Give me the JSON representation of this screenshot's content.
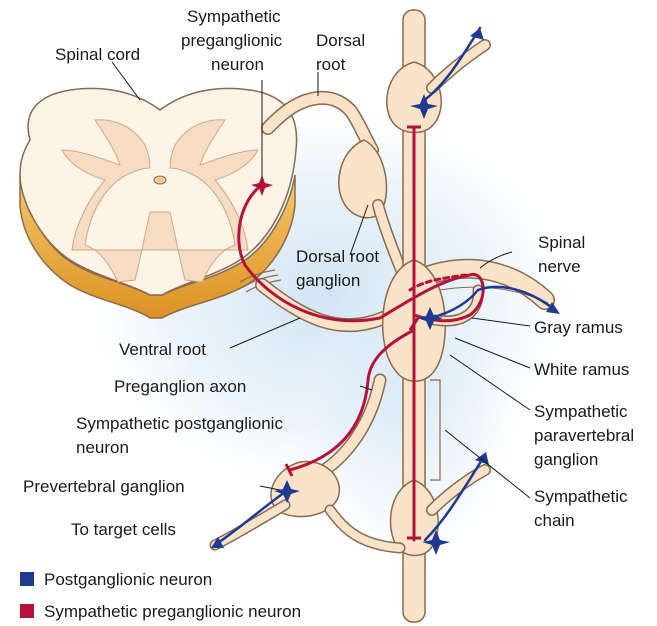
{
  "labels": {
    "spinal_cord": "Spinal cord",
    "sym_pregang_neuron": [
      "Sympathetic",
      "preganglionic",
      "neuron"
    ],
    "dorsal_root": [
      "Dorsal",
      "root"
    ],
    "dorsal_root_ganglion": [
      "Dorsal root",
      "ganglion"
    ],
    "spinal_nerve": [
      "Spinal",
      "nerve"
    ],
    "gray_ramus": "Gray ramus",
    "white_ramus": "White ramus",
    "ventral_root": "Ventral root",
    "preganglion_axon": "Preganglion axon",
    "sym_paravertebral_ganglion": [
      "Sympathetic",
      "paravertebral",
      "ganglion"
    ],
    "sym_postgang_neuron": [
      "Sympathetic postganglionic",
      "neuron"
    ],
    "prevertebral_ganglion": "Prevertebral ganglion",
    "sympathetic_chain": [
      "Sympathetic",
      "chain"
    ],
    "to_target_cells": "To target cells"
  },
  "legend": [
    {
      "label": "Postganglionic neuron",
      "color": "#1f3a93"
    },
    {
      "label": "Sympathetic preganglionic neuron",
      "color": "#b5123b"
    }
  ],
  "colors": {
    "tissue_fill": "#fbe3c8",
    "tissue_stroke": "#8a6a50",
    "gray_matter": "#f6dcc2",
    "cord_side": "#eaa93a",
    "preganglionic": "#b5123b",
    "postganglionic": "#1f3a93",
    "glow": "#cfe3f3"
  }
}
